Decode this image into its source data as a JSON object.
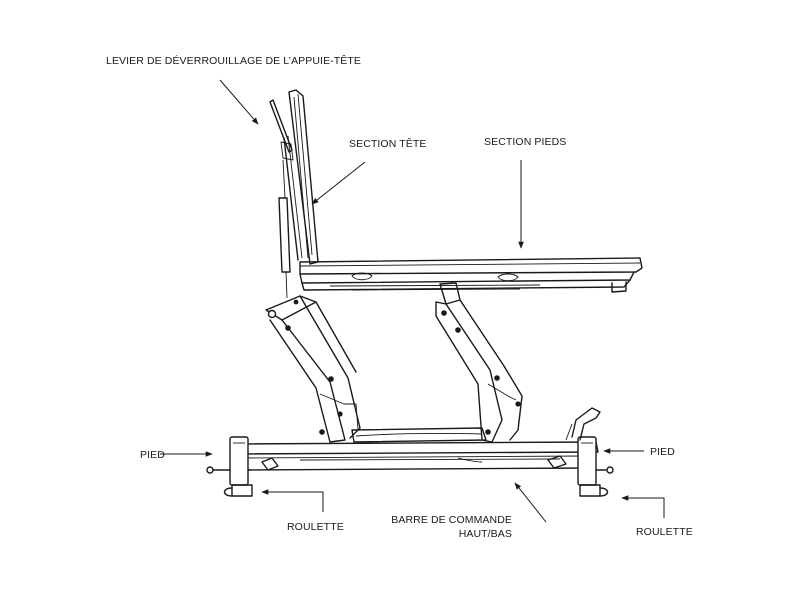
{
  "labels": {
    "headrest_lever": "LEVIER DE DÉVERROUILLAGE DE L’APPUIE-TÊTE",
    "head_section": "SECTION TÊTE",
    "foot_section": "SECTION PIEDS",
    "foot_left": "PIED",
    "foot_right": "PIED",
    "caster_left": "ROULETTE",
    "caster_right": "ROULETTE",
    "control_bar_line1": "BARRE DE COMMANDE",
    "control_bar_line2": "HAUT/BAS"
  },
  "colors": {
    "line": "#1a1a1a",
    "background": "#ffffff"
  }
}
